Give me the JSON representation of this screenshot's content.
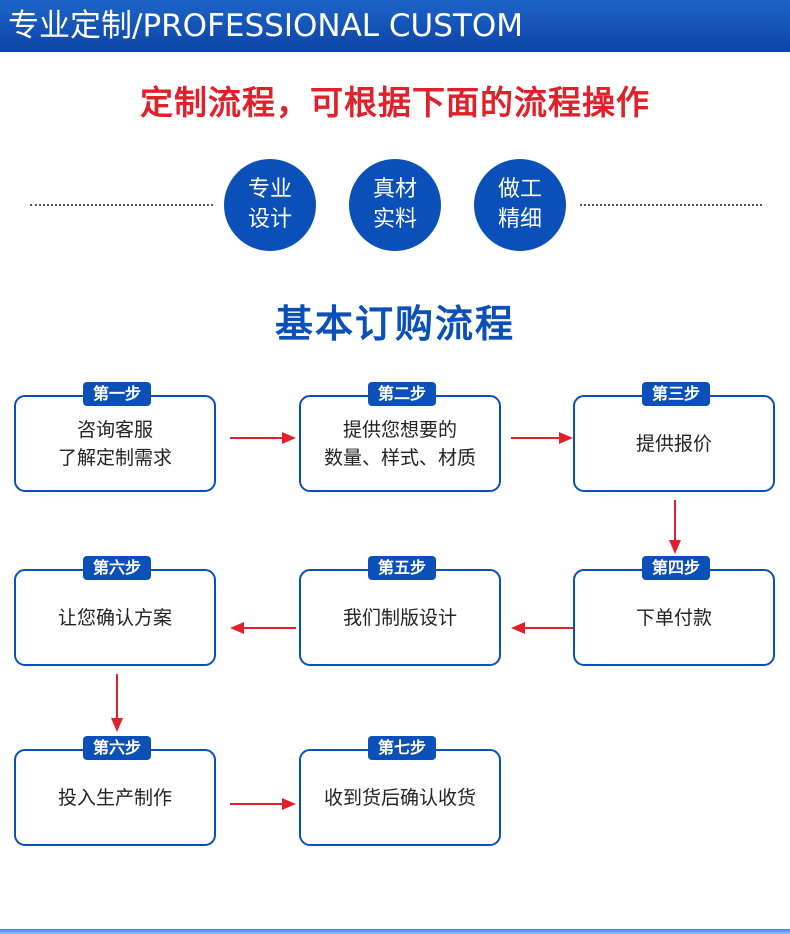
{
  "header": {
    "title": "专业定制/PROFESSIONAL CUSTOM"
  },
  "subtitle": "定制流程，可根据下面的流程操作",
  "features": [
    {
      "line1": "专业",
      "line2": "设计"
    },
    {
      "line1": "真材",
      "line2": "实料"
    },
    {
      "line1": "做工",
      "line2": "精细"
    }
  ],
  "flow_title": "基本订购流程",
  "steps": [
    {
      "badge": "第一步",
      "line1": "咨询客服",
      "line2": "了解定制需求"
    },
    {
      "badge": "第二步",
      "line1": "提供您想要的",
      "line2": "数量、样式、材质"
    },
    {
      "badge": "第三步",
      "line1": "提供报价",
      "line2": ""
    },
    {
      "badge": "第四步",
      "line1": "下单付款",
      "line2": ""
    },
    {
      "badge": "第五步",
      "line1": "我们制版设计",
      "line2": ""
    },
    {
      "badge": "第六步",
      "line1": "让您确认方案",
      "line2": ""
    },
    {
      "badge": "第六步",
      "line1": "投入生产制作",
      "line2": ""
    },
    {
      "badge": "第七步",
      "line1": "收到货后确认收货",
      "line2": ""
    }
  ],
  "colors": {
    "brand_blue": "#0b50b8",
    "accent_red": "#e0202a"
  }
}
